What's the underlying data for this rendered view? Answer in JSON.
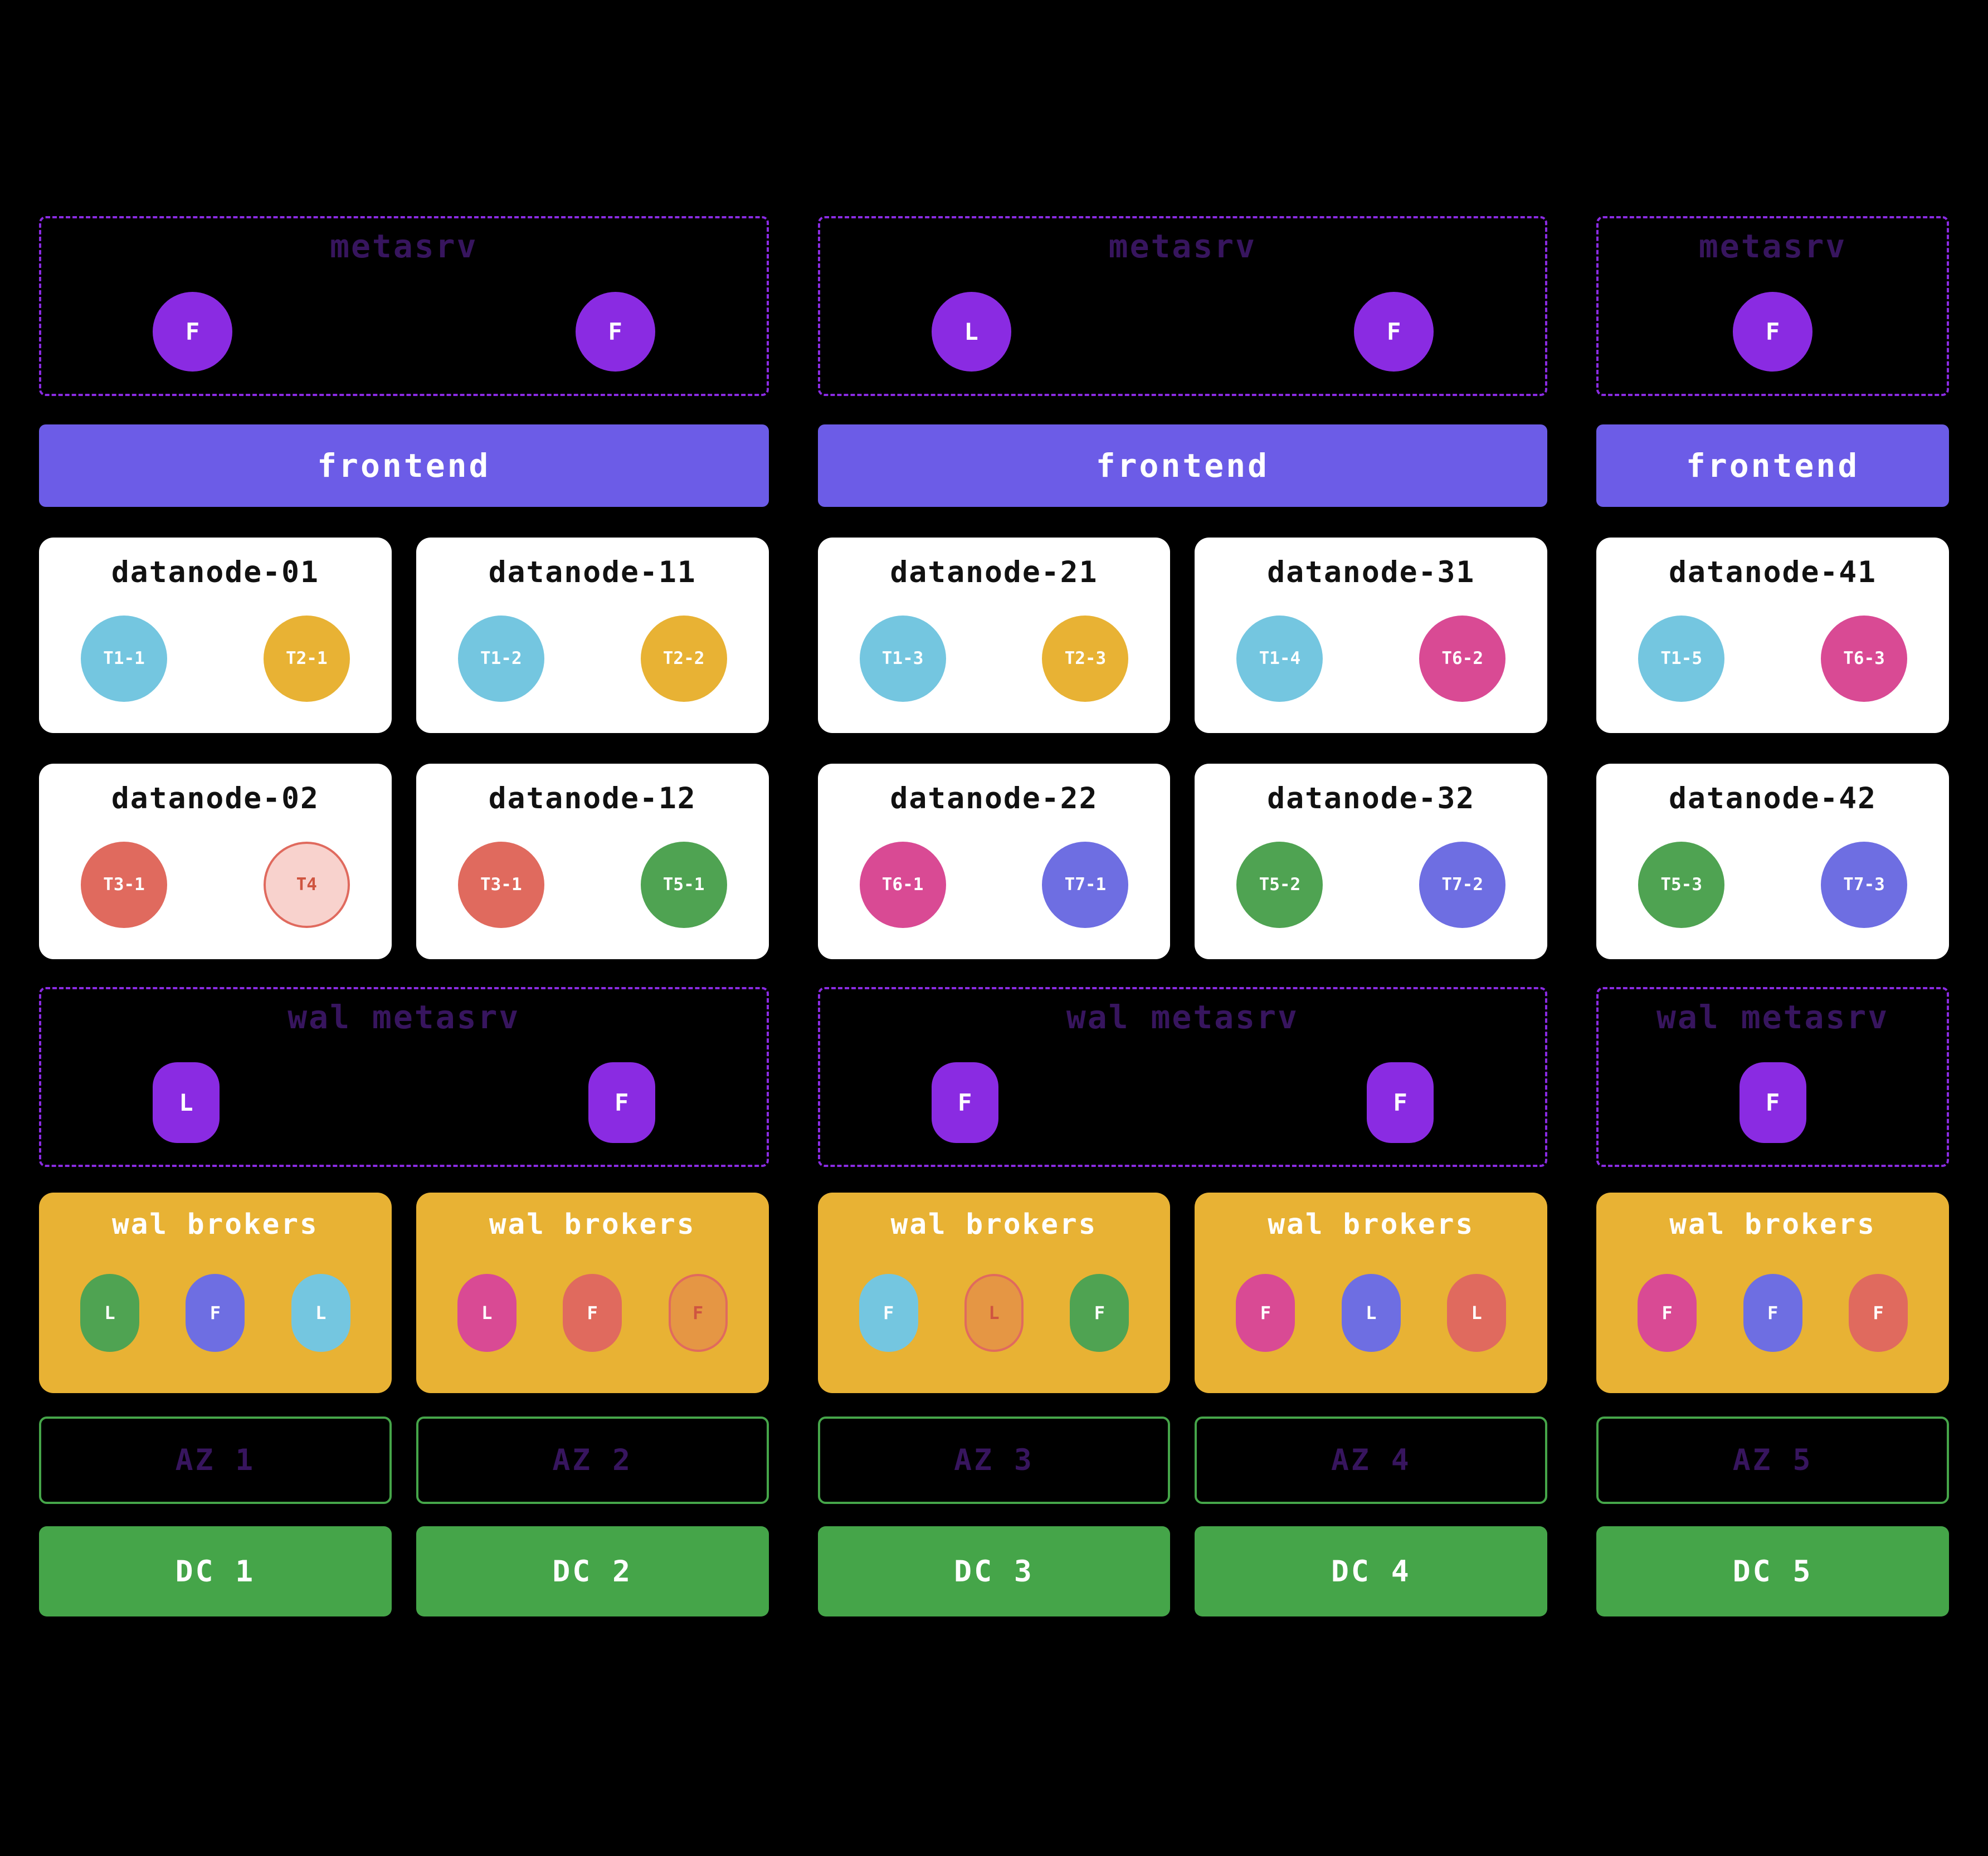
{
  "colors": {
    "background": "#000000",
    "node_purple": "#8a2be2",
    "dashed_border_purple": "#8a2be2",
    "frontend_bar": "#6c5ce7",
    "region_cyan": "#74c6e0",
    "region_gold": "#e8b234",
    "region_pink": "#d94a94",
    "region_salmon": "#e06a5e",
    "region_green": "#4fa352",
    "region_indigo": "#6e6ee2",
    "broker_box_gold": "#e8b234",
    "az_dc_green": "#45a549",
    "dim_label_purple": "#37155e",
    "faded_border_salmon": "#e06a5e"
  },
  "metasrv": {
    "boxes": [
      {
        "title": "metasrv",
        "nodes": [
          {
            "role": "F"
          },
          {
            "role": "F"
          }
        ]
      },
      {
        "title": "metasrv",
        "nodes": [
          {
            "role": "L"
          },
          {
            "role": "F"
          }
        ]
      },
      {
        "title": "metasrv",
        "nodes": [
          {
            "role": "F"
          }
        ]
      }
    ]
  },
  "frontends": [
    {
      "label": "frontend"
    },
    {
      "label": "frontend"
    },
    {
      "label": "frontend"
    }
  ],
  "datanodes": {
    "row1": [
      {
        "title": "datanode-01",
        "regions": [
          {
            "label": "T1-1",
            "color": "#74c6e0"
          },
          {
            "label": "T2-1",
            "color": "#e8b234"
          }
        ]
      },
      {
        "title": "datanode-11",
        "regions": [
          {
            "label": "T1-2",
            "color": "#74c6e0"
          },
          {
            "label": "T2-2",
            "color": "#e8b234"
          }
        ]
      },
      {
        "title": "datanode-21",
        "regions": [
          {
            "label": "T1-3",
            "color": "#74c6e0"
          },
          {
            "label": "T2-3",
            "color": "#e8b234"
          }
        ]
      },
      {
        "title": "datanode-31",
        "regions": [
          {
            "label": "T1-4",
            "color": "#74c6e0"
          },
          {
            "label": "T6-2",
            "color": "#d94a94"
          }
        ]
      },
      {
        "title": "datanode-41",
        "regions": [
          {
            "label": "T1-5",
            "color": "#74c6e0"
          },
          {
            "label": "T6-3",
            "color": "#d94a94"
          }
        ]
      }
    ],
    "row2": [
      {
        "title": "datanode-02",
        "regions": [
          {
            "label": "T3-1",
            "color": "#e06a5e"
          },
          {
            "label": "T4",
            "color": "#f8d2cd",
            "faded": true
          }
        ]
      },
      {
        "title": "datanode-12",
        "regions": [
          {
            "label": "T3-1",
            "color": "#e06a5e"
          },
          {
            "label": "T5-1",
            "color": "#4fa352"
          }
        ]
      },
      {
        "title": "datanode-22",
        "regions": [
          {
            "label": "T6-1",
            "color": "#d94a94"
          },
          {
            "label": "T7-1",
            "color": "#6e6ee2"
          }
        ]
      },
      {
        "title": "datanode-32",
        "regions": [
          {
            "label": "T5-2",
            "color": "#4fa352"
          },
          {
            "label": "T7-2",
            "color": "#6e6ee2"
          }
        ]
      },
      {
        "title": "datanode-42",
        "regions": [
          {
            "label": "T5-3",
            "color": "#4fa352"
          },
          {
            "label": "T7-3",
            "color": "#6e6ee2"
          }
        ]
      }
    ]
  },
  "wal_metasrv": {
    "boxes": [
      {
        "title": "wal metasrv",
        "nodes": [
          {
            "role": "L"
          },
          {
            "role": "F"
          }
        ]
      },
      {
        "title": "wal metasrv",
        "nodes": [
          {
            "role": "F"
          },
          {
            "role": "F"
          }
        ]
      },
      {
        "title": "wal metasrv",
        "nodes": [
          {
            "role": "F"
          }
        ]
      }
    ]
  },
  "wal_brokers": [
    {
      "title": "wal brokers",
      "replicas": [
        {
          "role": "L",
          "color": "#4fa352"
        },
        {
          "role": "F",
          "color": "#6e6ee2"
        },
        {
          "role": "L",
          "color": "#74c6e0"
        }
      ]
    },
    {
      "title": "wal brokers",
      "replicas": [
        {
          "role": "L",
          "color": "#d94a94"
        },
        {
          "role": "F",
          "color": "#e06a5e"
        },
        {
          "role": "F",
          "color": "rgba(224,106,94,0.38)",
          "faded": true
        }
      ]
    },
    {
      "title": "wal brokers",
      "replicas": [
        {
          "role": "F",
          "color": "#74c6e0"
        },
        {
          "role": "L",
          "color": "rgba(224,106,94,0.38)",
          "faded": true
        },
        {
          "role": "F",
          "color": "#4fa352"
        }
      ]
    },
    {
      "title": "wal brokers",
      "replicas": [
        {
          "role": "F",
          "color": "#d94a94"
        },
        {
          "role": "L",
          "color": "#6e6ee2"
        },
        {
          "role": "L",
          "color": "#e06a5e"
        }
      ]
    },
    {
      "title": "wal brokers",
      "replicas": [
        {
          "role": "F",
          "color": "#d94a94"
        },
        {
          "role": "F",
          "color": "#6e6ee2"
        },
        {
          "role": "F",
          "color": "#e06a5e"
        }
      ]
    }
  ],
  "azs": [
    {
      "label": "AZ 1"
    },
    {
      "label": "AZ 2"
    },
    {
      "label": "AZ 3"
    },
    {
      "label": "AZ 4"
    },
    {
      "label": "AZ 5"
    }
  ],
  "dcs": [
    {
      "label": "DC 1"
    },
    {
      "label": "DC 2"
    },
    {
      "label": "DC 3"
    },
    {
      "label": "DC 4"
    },
    {
      "label": "DC 5"
    }
  ]
}
